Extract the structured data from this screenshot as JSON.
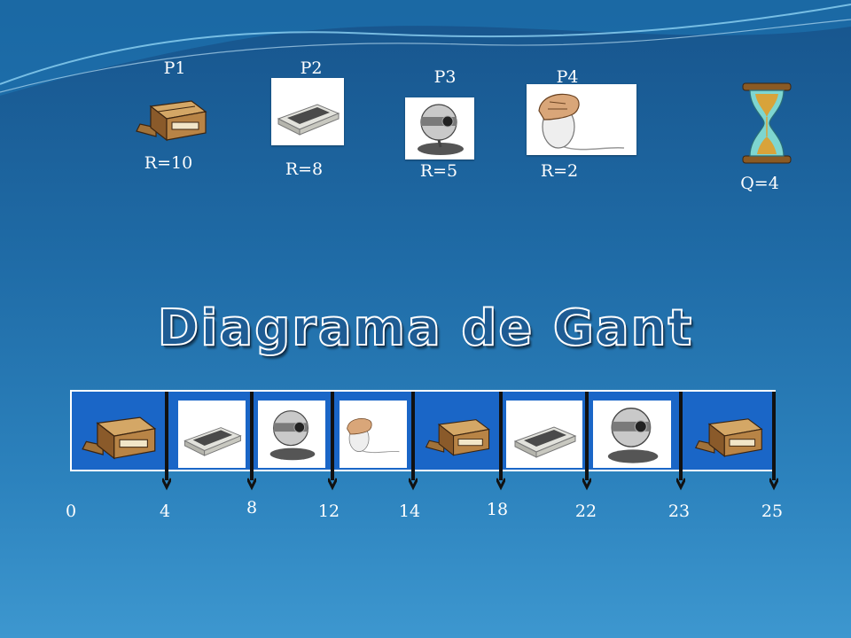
{
  "processes": [
    {
      "name": "P1",
      "burst": "R=10",
      "icon": "printer-icon"
    },
    {
      "name": "P2",
      "burst": "R=8",
      "icon": "scanner-icon"
    },
    {
      "name": "P3",
      "burst": "R=5",
      "icon": "webcam-icon"
    },
    {
      "name": "P4",
      "burst": "R=2",
      "icon": "mouse-icon"
    }
  ],
  "quantum": {
    "label": "Q=4",
    "icon": "hourglass-icon"
  },
  "title": "Diagrama de  Gant",
  "gantt": {
    "segments": [
      "P1",
      "P2",
      "P3",
      "P4",
      "P1",
      "P2",
      "P3",
      "P1"
    ],
    "ticks": [
      "0",
      "4",
      "8",
      "12",
      "14",
      "18",
      "22",
      "23",
      "25"
    ]
  },
  "colors": {
    "bar": "#1a66c7",
    "divider": "#111111",
    "text": "#ffffff"
  }
}
